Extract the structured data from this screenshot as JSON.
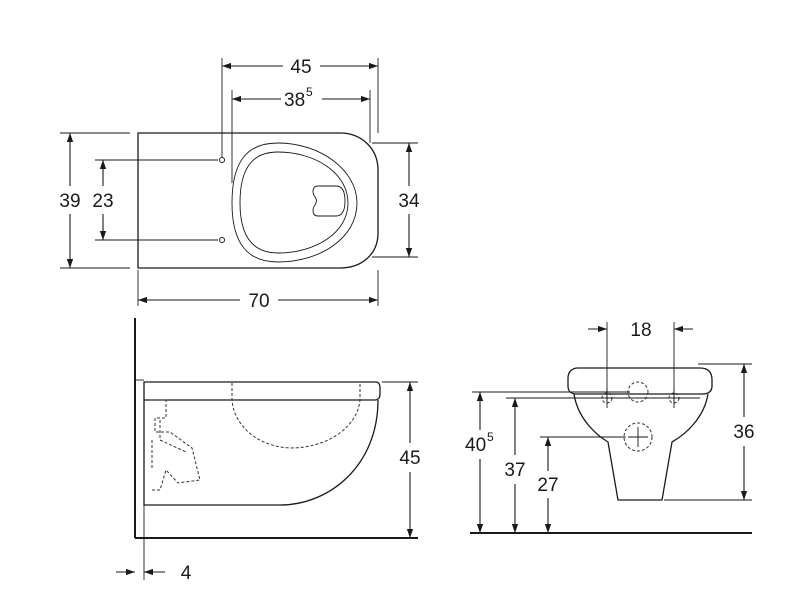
{
  "dimensions": {
    "top_width_45": "45",
    "top_seat_38_main": "38",
    "top_seat_38_sup": "5",
    "top_height_39": "39",
    "top_holes_23": "23",
    "top_seat_34": "34",
    "top_length_70": "70",
    "side_height_45": "45",
    "side_offset_4": "4",
    "front_holes_18": "18",
    "front_height_36": "36",
    "front_height_40_main": "40",
    "front_height_40_sup": "5",
    "front_height_37": "37",
    "front_height_27": "27"
  }
}
